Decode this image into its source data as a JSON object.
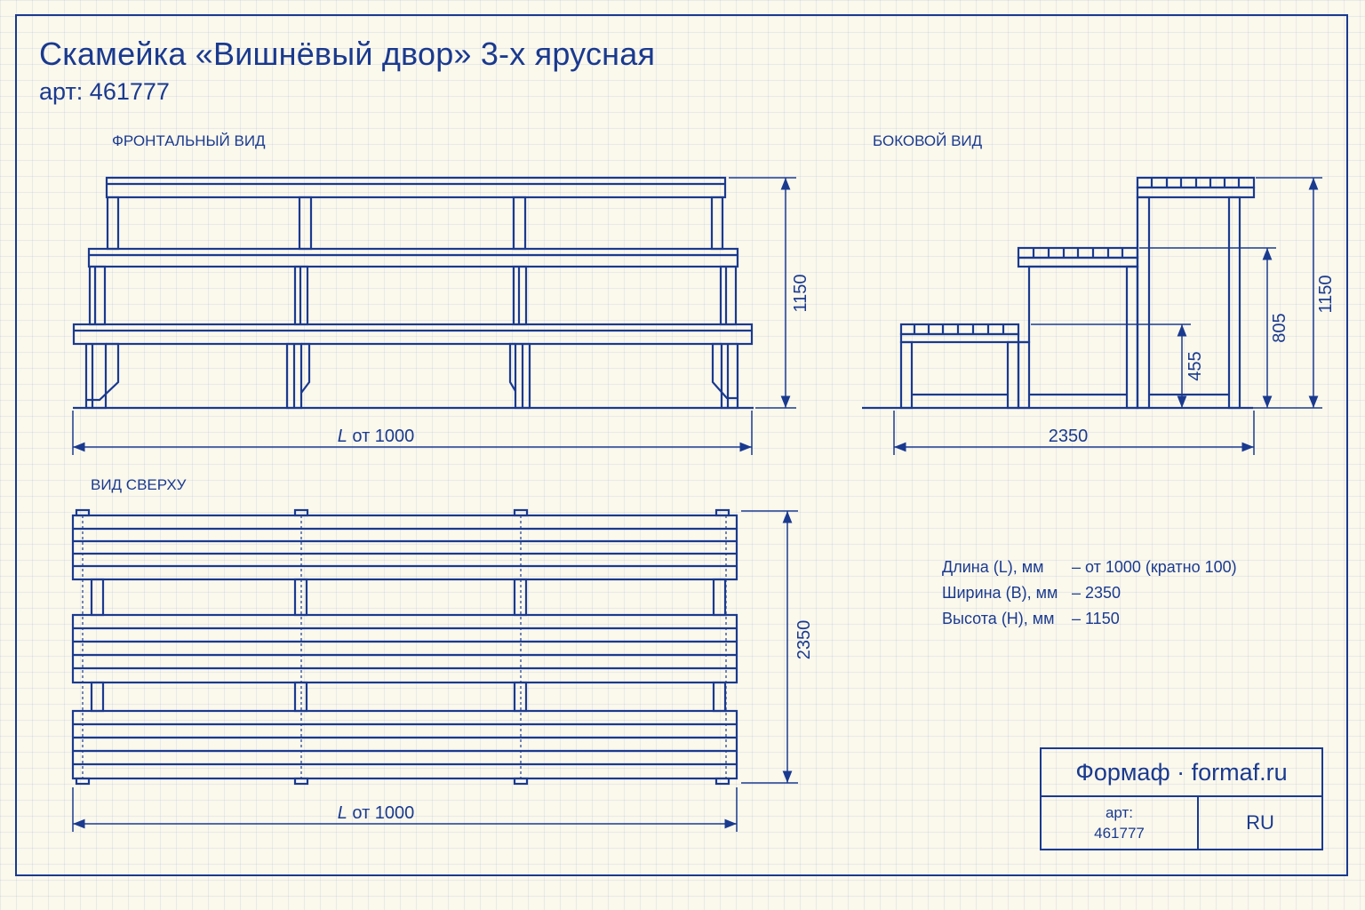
{
  "title": "Скамейка «Вишнёвый двор» 3-х ярусная",
  "subtitle": "арт: 461777",
  "views": {
    "front": "ФРОНТАЛЬНЫЙ ВИД",
    "side": "БОКОВОЙ ВИД",
    "top": "ВИД СВЕРХУ"
  },
  "dimensions": {
    "front_height": "1150",
    "front_length_italic": "L",
    "front_length_rest": " от 1000",
    "side_length": "2350",
    "side_h1": "455",
    "side_h2": "805",
    "side_h3": "1150",
    "top_width": "2350",
    "top_length_italic": "L",
    "top_length_rest": " от 1000"
  },
  "specs": [
    {
      "label": "Длина (L), мм",
      "value": "– от 1000 (кратно 100)"
    },
    {
      "label": "Ширина (B), мм",
      "value": "– 2350"
    },
    {
      "label": "Высота (H), мм",
      "value": "– 1150"
    }
  ],
  "stamp": {
    "brand": "Формаф · formaf.ru",
    "art_label": "арт:",
    "art_value": "461777",
    "lang": "RU"
  },
  "colors": {
    "ink": "#1a3a8f",
    "paper": "#fbf8ec"
  }
}
